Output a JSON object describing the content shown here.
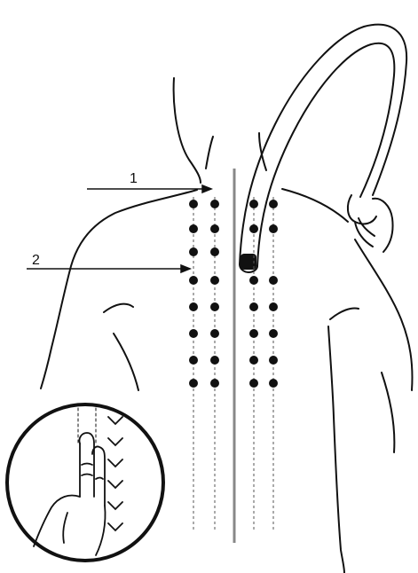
{
  "callouts": [
    {
      "id": 1,
      "label": "1"
    },
    {
      "id": 2,
      "label": "2"
    }
  ],
  "acupoints": {
    "columns_per_side": 2,
    "rows": 8
  },
  "colors": {
    "line": "#111111",
    "dot": "#111111",
    "guide": "#555555",
    "background": "#ffffff"
  },
  "icons": {
    "back_figure": "back-silhouette-icon",
    "massage_stick": "curved-massage-stick-icon",
    "hand": "hand-holding-stick-icon",
    "inset": "two-finger-press-icon"
  }
}
